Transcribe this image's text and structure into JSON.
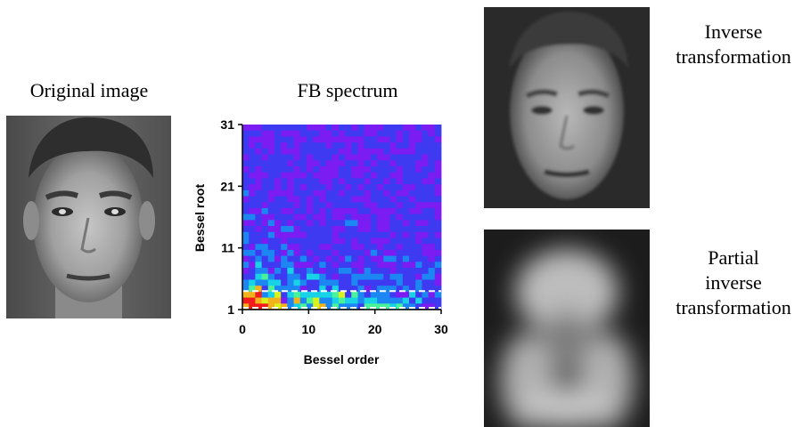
{
  "captions": {
    "original": "Original image",
    "spectrum": "FB spectrum",
    "inverse": [
      "Inverse",
      "transformation"
    ],
    "partial": [
      "Partial",
      "inverse",
      "transformation"
    ]
  },
  "chart_data": {
    "type": "heatmap",
    "title": "FB spectrum",
    "xlabel": "Bessel order",
    "ylabel": "Bessel root",
    "x_ticks": [
      "0",
      "10",
      "20",
      "30"
    ],
    "y_ticks": [
      "1",
      "11",
      "21",
      "31"
    ],
    "xlim": [
      0,
      30
    ],
    "ylim": [
      1,
      31
    ],
    "highlight_band_rows": [
      1,
      4
    ],
    "colormap": [
      "#7a1cf2",
      "#3e3af2",
      "#1c86f2",
      "#18d2e6",
      "#4af29a",
      "#d9f21c",
      "#f2b21c",
      "#f21c1c"
    ]
  }
}
